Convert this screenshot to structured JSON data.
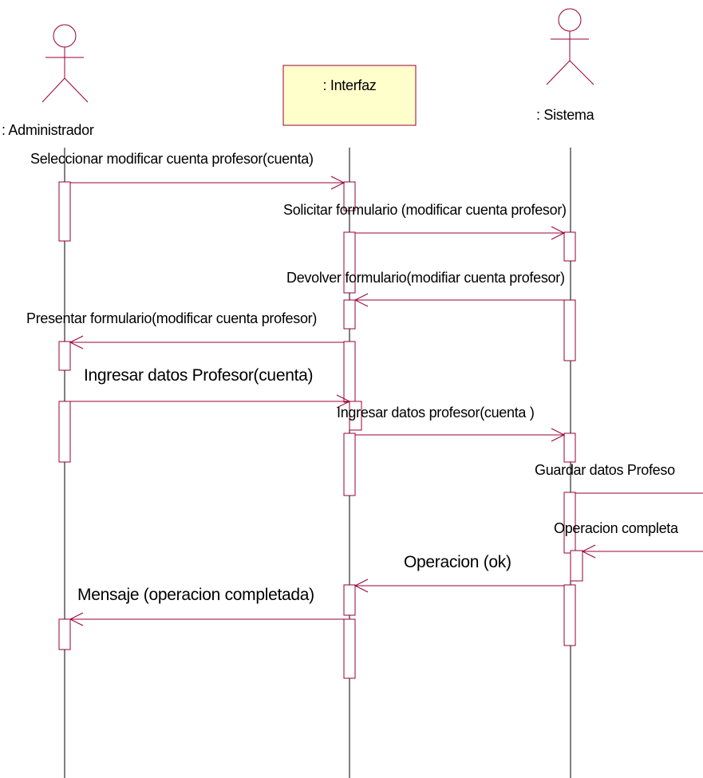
{
  "diagram": {
    "type": "sequence",
    "colors": {
      "line": "#990033",
      "object_fill": "#ffffcc",
      "lifeline": "#000000",
      "text": "#000000"
    },
    "participants": {
      "administrador": ": Administrador",
      "interfaz": ": Interfaz",
      "sistema": ": Sistema"
    },
    "messages": [
      {
        "text": "Seleccionar modificar cuenta profesor(cuenta)",
        "from": "administrador",
        "to": "interfaz"
      },
      {
        "text": "Solicitar formulario (modificar cuenta profesor)",
        "from": "interfaz",
        "to": "sistema"
      },
      {
        "text": "Devolver formulario(modifiar cuenta profesor)",
        "from": "sistema",
        "to": "interfaz"
      },
      {
        "text": "Presentar formulario(modificar cuenta profesor)",
        "from": "interfaz",
        "to": "administrador"
      },
      {
        "text": "Ingresar datos Profesor(cuenta)",
        "from": "administrador",
        "to": "interfaz"
      },
      {
        "text": "Ingresar datos profesor(cuenta )",
        "from": "interfaz",
        "to": "sistema"
      },
      {
        "text": "Guardar datos Profeso",
        "from": "sistema",
        "to": "offscreen"
      },
      {
        "text": "Operacion completa",
        "from": "offscreen",
        "to": "sistema"
      },
      {
        "text": "Operacion (ok)",
        "from": "sistema",
        "to": "interfaz"
      },
      {
        "text": "Mensaje (operacion completada)",
        "from": "interfaz",
        "to": "administrador"
      }
    ]
  }
}
